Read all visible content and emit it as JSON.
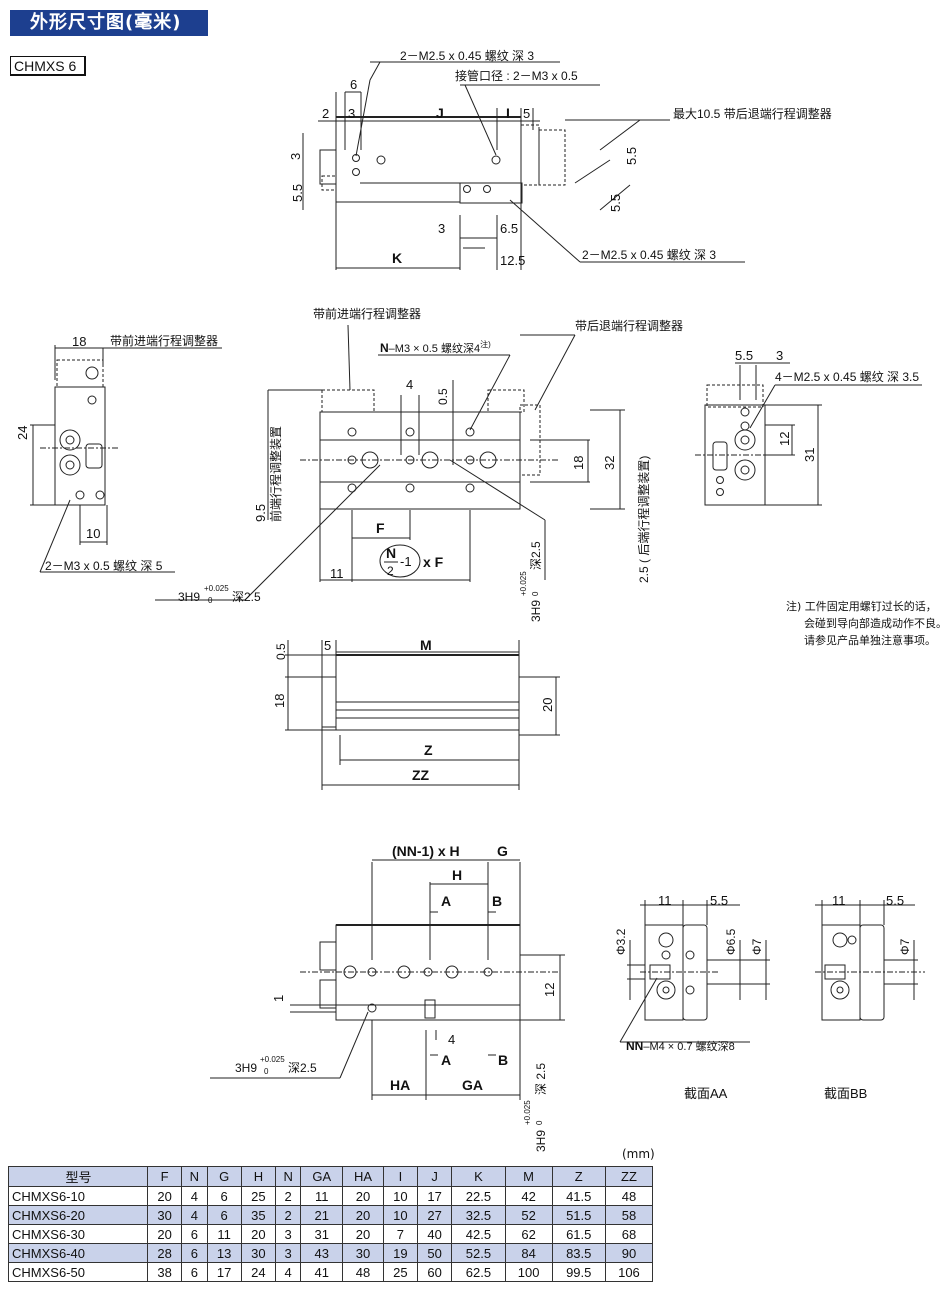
{
  "header": {
    "title": "外形尺寸图(毫米)",
    "model": "CHMXS 6"
  },
  "top_view": {
    "thread1": "2－M2.5 x 0.45 螺纹 深 3",
    "port": "接管口径 : 2－M3 x 0.5",
    "dim_6": "6",
    "dim_2": "2",
    "dim_3": "3",
    "dim_J": "J",
    "dim_I": "I",
    "dim_5": "5",
    "rear_adjuster_max": "最大10.5 带后退端行程调整器",
    "dim_3_v": "3",
    "dim_5_5_v": "5.5",
    "dim_5_5_right1": "5.5",
    "dim_5_5_right2": "5.5",
    "dim_3_bottom": "3",
    "dim_6_5": "6.5",
    "dim_K": "K",
    "dim_12_5": "12.5",
    "thread2": "2－M2.5 x 0.45 螺纹 深 3"
  },
  "left_view": {
    "dim_18": "18",
    "front_adjuster": "带前进端行程调整器",
    "dim_24": "24",
    "dim_10": "10",
    "thread": "2－M3 x 0.5 螺纹 深 5"
  },
  "front_view": {
    "front_adjuster": "带前进端行程调整器",
    "rear_adjuster": "带后退端行程调整器",
    "thread_N_bold": "N",
    "thread_N": "–M3 × 0.5 螺纹深4",
    "note_mark": "注)",
    "dim_4": "4",
    "dim_0_5": "0.5",
    "dim_9_5": "9.5",
    "front_adj_label": "前端行程调整装置",
    "dim_18": "18",
    "dim_32": "32",
    "dim_F": "F",
    "formula_N": "N",
    "formula_2": "2",
    "formula_minus1": "-1",
    "formula_xF": "x F",
    "dim_11": "11",
    "hole_1": "3H9",
    "hole_1_tol": "+0.025",
    "hole_1_tol0": "0",
    "hole_1_depth": "深2.5",
    "hole_2_depth": "深2.5",
    "hole_2": "3H9",
    "rear_adj_label": "2.5 ( 后端行程调整装置)"
  },
  "right_view": {
    "dim_5_5": "5.5",
    "dim_3": "3",
    "thread": "4－M2.5 x 0.45 螺纹 深 3.5",
    "dim_12": "12",
    "dim_31": "31"
  },
  "notes": [
    "注) 工件固定用螺钉过长的话，",
    "会碰到导向部造成动作不良。",
    "请参见产品单独注意事项。"
  ],
  "side_view": {
    "dim_0_5": "0.5",
    "dim_5": "5",
    "dim_M": "M",
    "dim_18": "18",
    "dim_20": "20",
    "dim_Z": "Z",
    "dim_ZZ": "ZZ"
  },
  "bottom_view": {
    "formula": "(NN-1) x H",
    "dim_G": "G",
    "dim_H": "H",
    "sec_A": "A",
    "sec_B": "B",
    "dim_1": "1",
    "dim_12": "12",
    "dim_4": "4",
    "hole": "3H9",
    "hole_tol": "+0.025",
    "hole_tol0": "0",
    "hole_depth": "深2.5",
    "dim_HA": "HA",
    "dim_GA": "GA",
    "hole2_depth": "深 2.5",
    "hole2": "3H9"
  },
  "section_AA": {
    "dim_11": "11",
    "dim_5_5": "5.5",
    "dia_3_2": "Φ3.2",
    "dia_6_5": "Φ6.5",
    "dia_7": "Φ7",
    "thread_bold": "NN",
    "thread": "–M4 × 0.7 螺纹深8",
    "label": "截面AA"
  },
  "section_BB": {
    "dim_11": "11",
    "dim_5_5": "5.5",
    "dia_7": "Φ7",
    "label": "截面BB"
  },
  "table": {
    "unit": "(mm)",
    "headers": [
      "型号",
      "F",
      "N",
      "G",
      "H",
      "N",
      "GA",
      "HA",
      "I",
      "J",
      "K",
      "M",
      "Z",
      "ZZ"
    ],
    "rows": [
      [
        "CHMXS6-10",
        "20",
        "4",
        "6",
        "25",
        "2",
        "11",
        "20",
        "10",
        "17",
        "22.5",
        "42",
        "41.5",
        "48"
      ],
      [
        "CHMXS6-20",
        "30",
        "4",
        "6",
        "35",
        "2",
        "21",
        "20",
        "10",
        "27",
        "32.5",
        "52",
        "51.5",
        "58"
      ],
      [
        "CHMXS6-30",
        "20",
        "6",
        "11",
        "20",
        "3",
        "31",
        "20",
        "7",
        "40",
        "42.5",
        "62",
        "61.5",
        "68"
      ],
      [
        "CHMXS6-40",
        "28",
        "6",
        "13",
        "30",
        "3",
        "43",
        "30",
        "19",
        "50",
        "52.5",
        "84",
        "83.5",
        "90"
      ],
      [
        "CHMXS6-50",
        "38",
        "6",
        "17",
        "24",
        "4",
        "41",
        "48",
        "25",
        "60",
        "62.5",
        "100",
        "99.5",
        "106"
      ]
    ]
  }
}
